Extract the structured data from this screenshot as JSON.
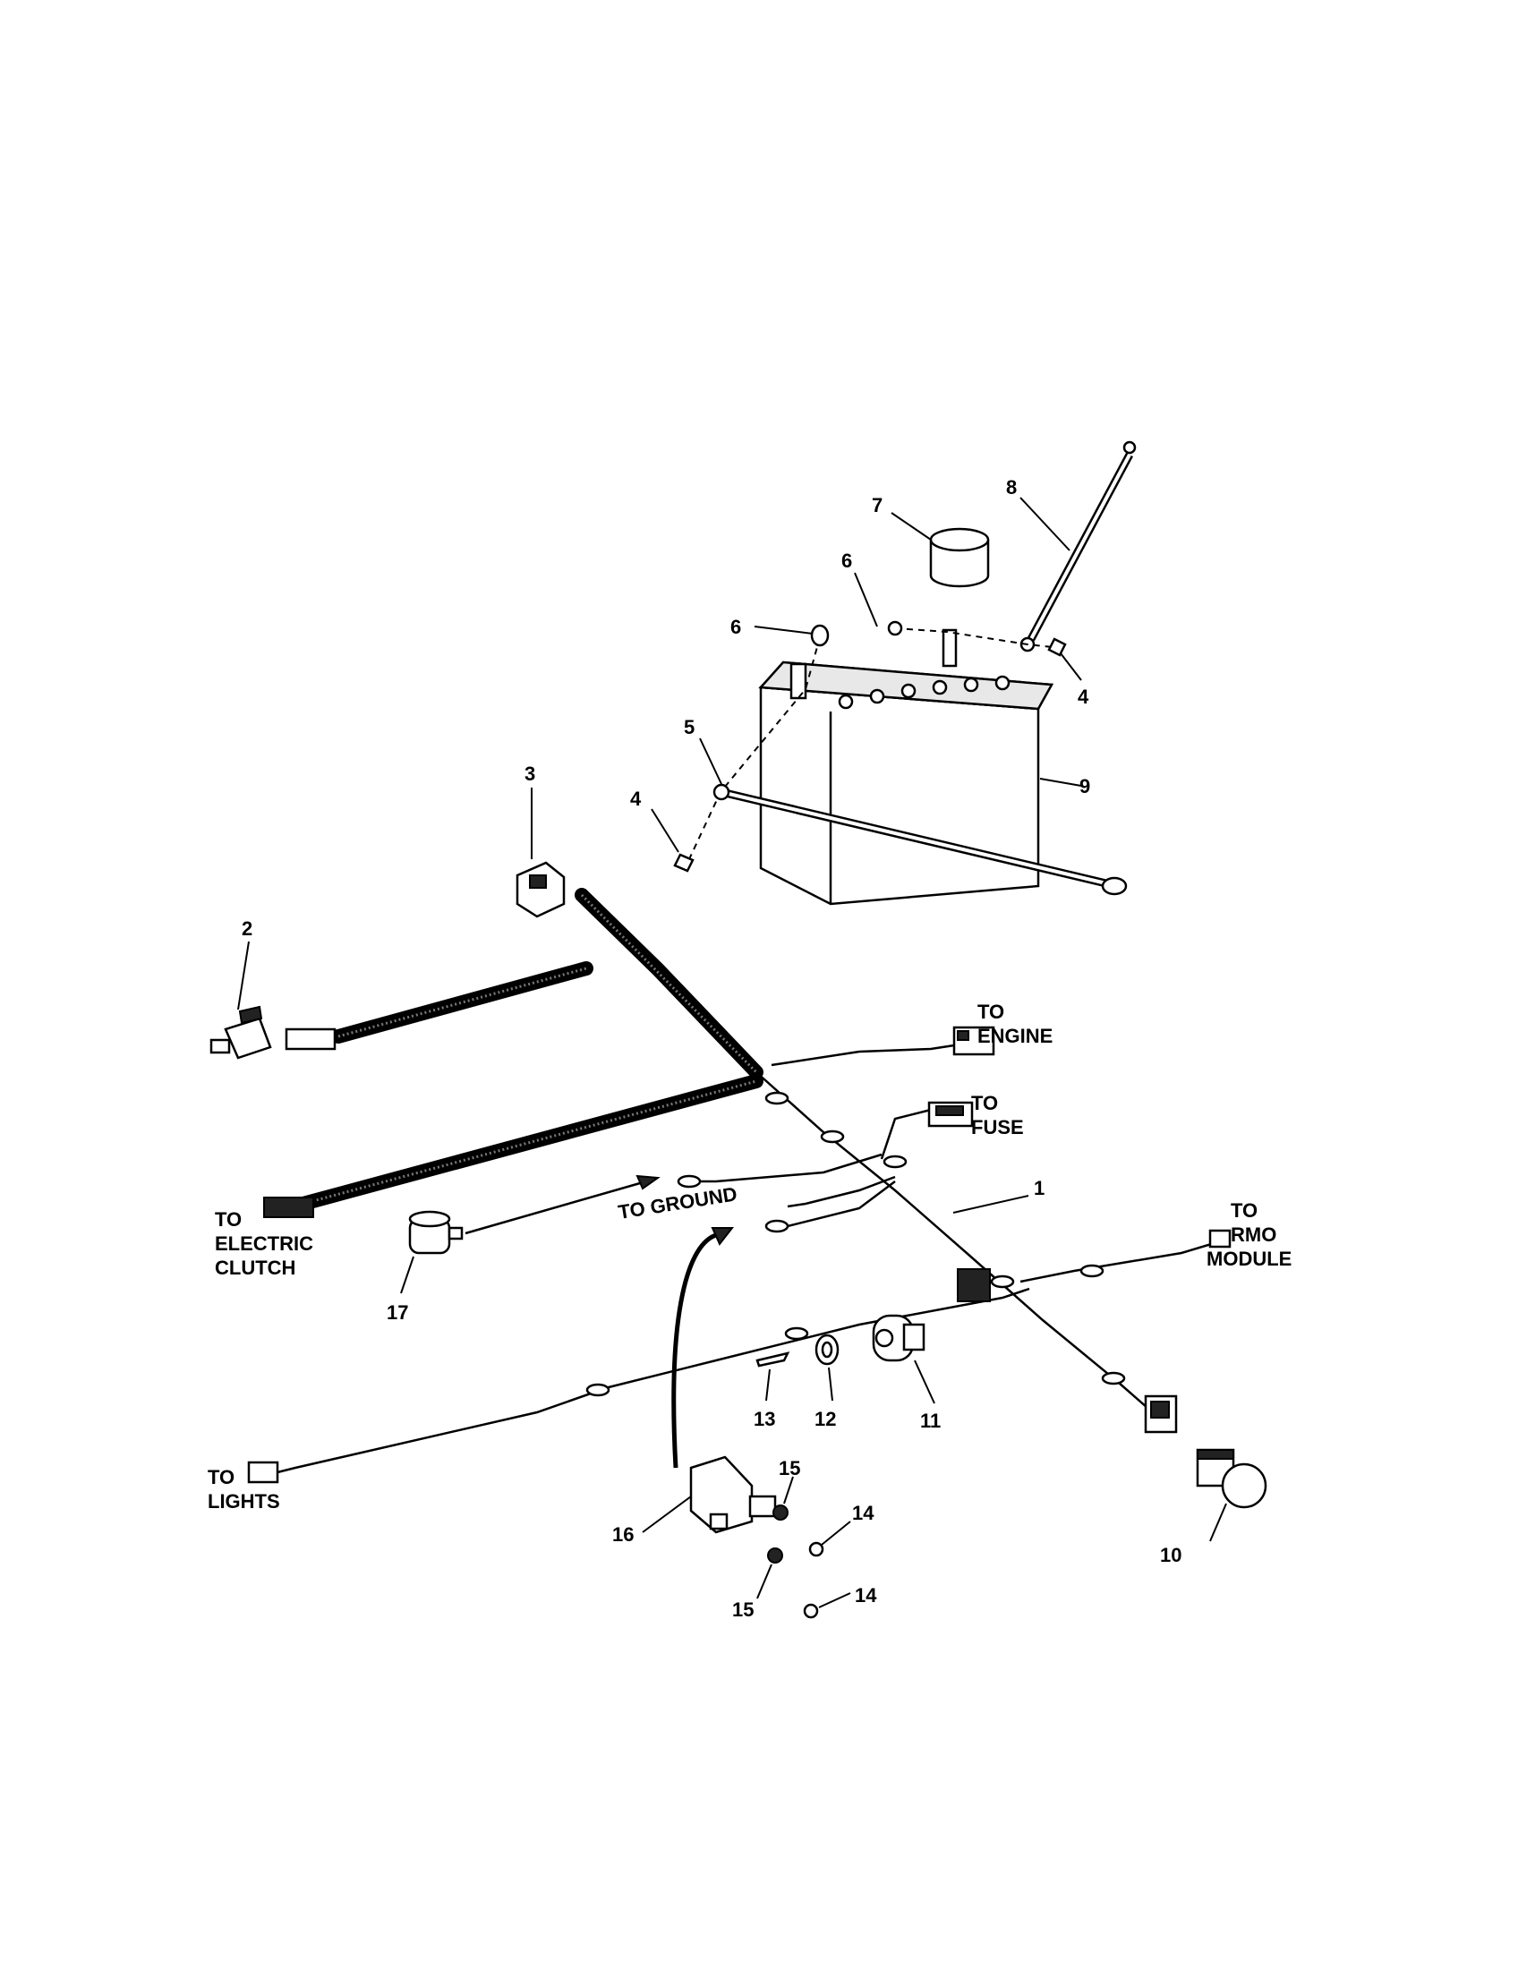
{
  "callouts": [
    "1",
    "2",
    "3",
    "4",
    "4",
    "5",
    "6",
    "6",
    "7",
    "8",
    "9",
    "10",
    "11",
    "12",
    "13",
    "14",
    "14",
    "15",
    "15",
    "16",
    "17"
  ],
  "destinations": {
    "engine": [
      "TO",
      "ENGINE"
    ],
    "fuse": [
      "TO",
      "FUSE"
    ],
    "ground": "TO GROUND",
    "rmo": [
      "TO",
      "RMO",
      "MODULE"
    ],
    "clutch": [
      "TO",
      "ELECTRIC",
      "CLUTCH"
    ],
    "lights": [
      "TO",
      "LIGHTS"
    ]
  }
}
